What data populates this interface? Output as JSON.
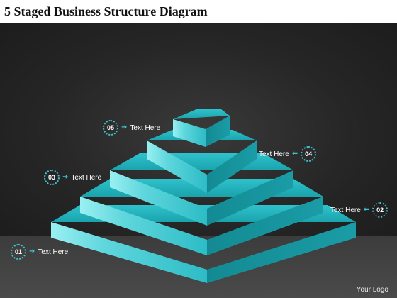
{
  "title": "5 Staged Business Structure Diagram",
  "colors": {
    "step_top": "#5fd6dc",
    "step_front": "#1ea9b3",
    "step_side": "#168e97",
    "accent": "#3ec6d4"
  },
  "stages": [
    {
      "number": "01",
      "label": "Text Here"
    },
    {
      "number": "02",
      "label": "Text Here"
    },
    {
      "number": "03",
      "label": "Text Here"
    },
    {
      "number": "04",
      "label": "Text Here"
    },
    {
      "number": "05",
      "label": "Text Here"
    }
  ],
  "logo": "Your Logo"
}
